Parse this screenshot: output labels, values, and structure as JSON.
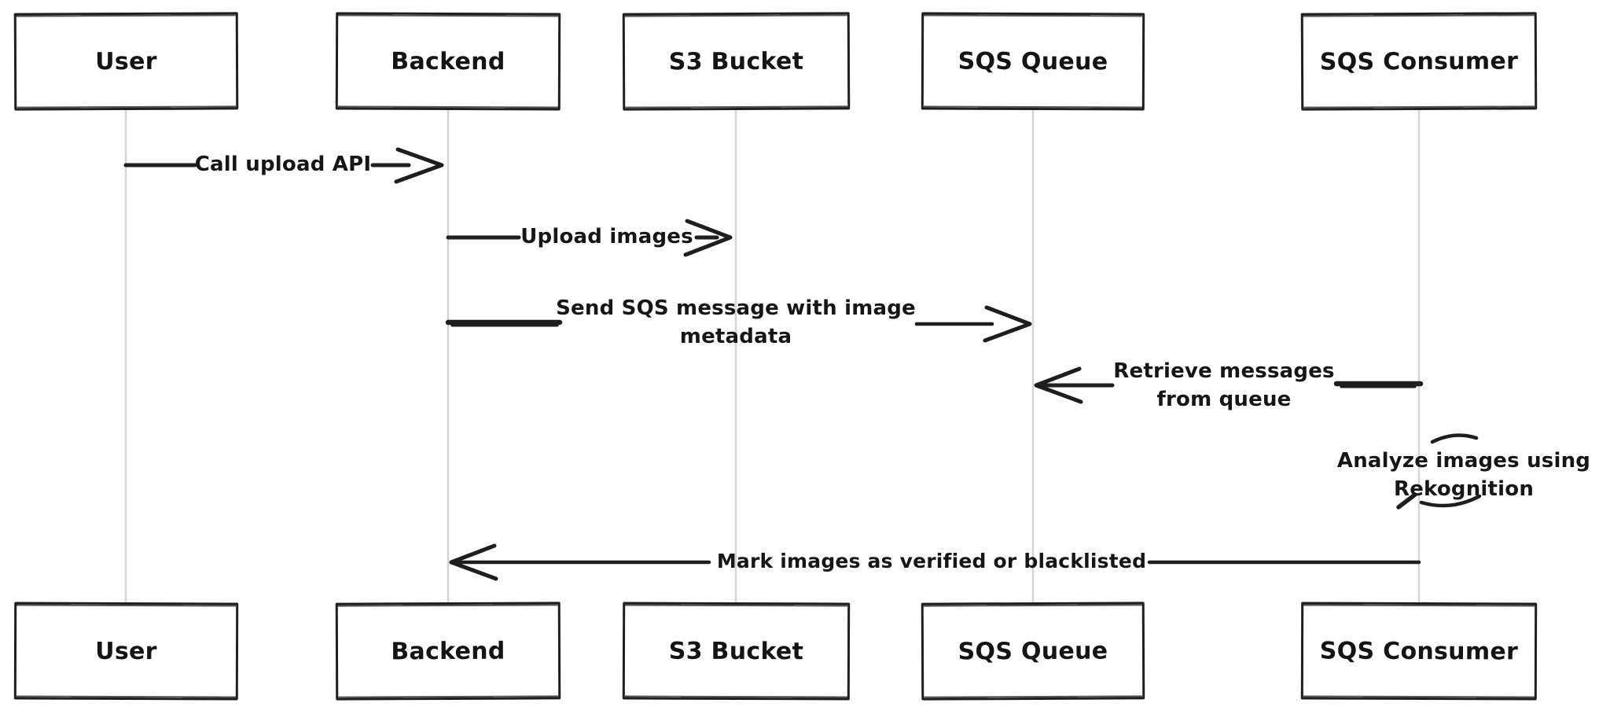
{
  "diagram": {
    "type": "sequence-diagram",
    "style": "hand-drawn",
    "colors": {
      "background": "#ffffff",
      "stroke": "#1e1e1e",
      "lifeline": "#d5d5d5",
      "text": "#161616"
    },
    "actors": [
      {
        "id": "user",
        "name": "User"
      },
      {
        "id": "backend",
        "name": "Backend"
      },
      {
        "id": "s3-bucket",
        "name": "S3 Bucket"
      },
      {
        "id": "sqs-queue",
        "name": "SQS Queue"
      },
      {
        "id": "sqs-consumer",
        "name": "SQS Consumer"
      }
    ],
    "messages": [
      {
        "from": "User",
        "to": "Backend",
        "direction": "right",
        "label": "Call upload API"
      },
      {
        "from": "Backend",
        "to": "S3 Bucket",
        "direction": "right",
        "label": "Upload images"
      },
      {
        "from": "Backend",
        "to": "SQS Queue",
        "direction": "right",
        "label": "Send SQS message with image metadata"
      },
      {
        "from": "SQS Consumer",
        "to": "SQS Queue",
        "direction": "left",
        "label": "Retrieve messages from queue"
      },
      {
        "from": "SQS Consumer",
        "to": "SQS Consumer",
        "direction": "self",
        "label": "Analyze images using Rekognition"
      },
      {
        "from": "SQS Consumer",
        "to": "Backend",
        "direction": "left",
        "label": "Mark images as verified or blacklisted"
      }
    ]
  }
}
